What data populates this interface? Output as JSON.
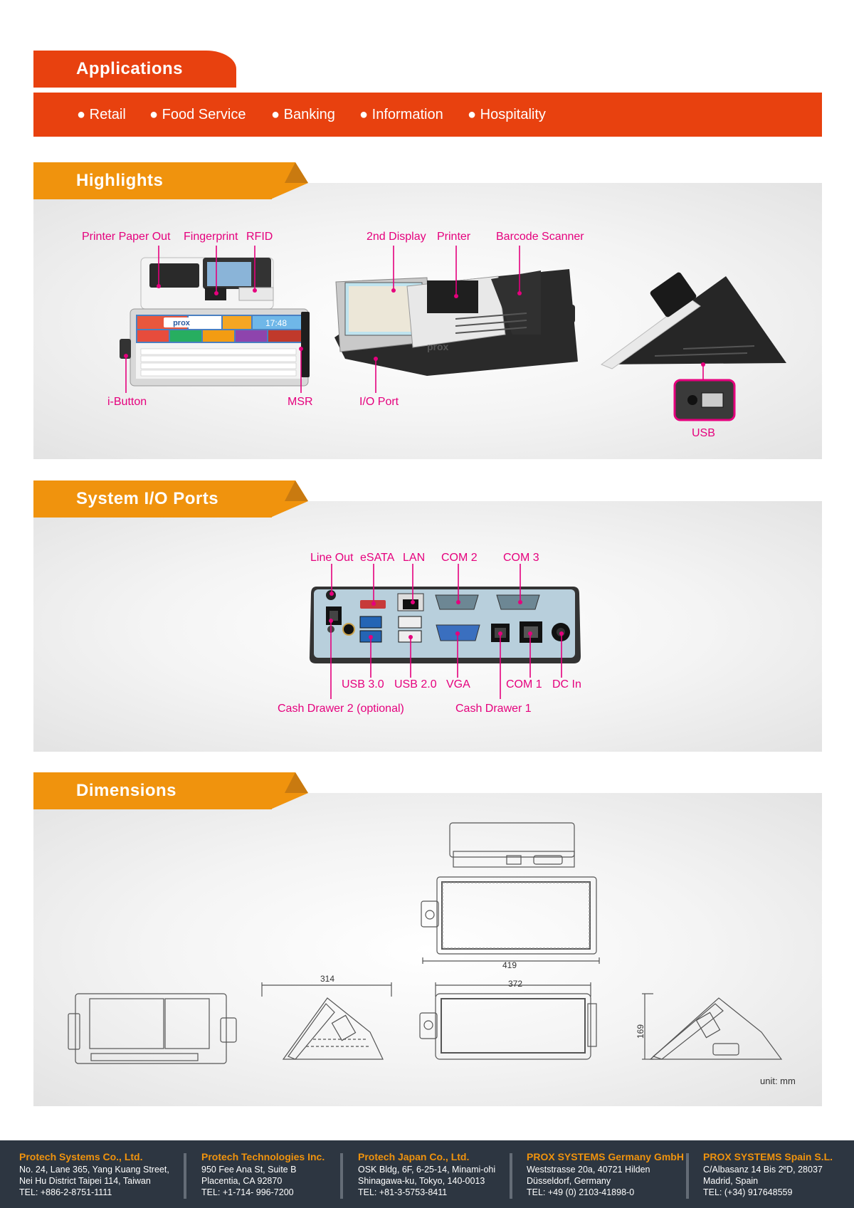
{
  "applications": {
    "title": "Applications",
    "items": [
      "● Retail",
      "● Food Service",
      "● Banking",
      "● Information",
      "● Hospitality"
    ]
  },
  "highlights": {
    "title": "Highlights",
    "labels": {
      "printer_paper_out": "Printer Paper Out",
      "fingerprint": "Fingerprint",
      "rfid": "RFID",
      "second_display": "2nd Display",
      "printer": "Printer",
      "barcode_scanner": "Barcode Scanner",
      "i_button": "i-Button",
      "msr": "MSR",
      "io_port": "I/O Port",
      "usb": "USB"
    },
    "screen": {
      "brand": "prox",
      "time": "17:48"
    },
    "device_brand": "prox"
  },
  "io_ports": {
    "title": "System I/O Ports",
    "top_labels": {
      "line_out": "Line Out",
      "esata": "eSATA",
      "lan": "LAN",
      "com2": "COM 2",
      "com3": "COM 3"
    },
    "bottom_labels": {
      "usb30": "USB 3.0",
      "usb20": "USB 2.0",
      "vga": "VGA",
      "com1": "COM 1",
      "dc_in": "DC In",
      "cash_drawer_2": "Cash Drawer 2 (optional)",
      "cash_drawer_1": "Cash Drawer 1"
    }
  },
  "dimensions": {
    "title": "Dimensions",
    "width_front": "419",
    "depth_side": "314",
    "width_top": "372",
    "height_side": "169",
    "unit": "unit: mm"
  },
  "footer": {
    "offices": [
      {
        "name": "Protech Systems Co., Ltd.",
        "line1": "No. 24, Lane 365, Yang Kuang Street,",
        "line2": "Nei Hu District Taipei 114, Taiwan",
        "tel": "TEL: +886-2-8751-1111"
      },
      {
        "name": "Protech Technologies Inc.",
        "line1": "950 Fee Ana St, Suite B",
        "line2": "Placentia, CA 92870",
        "tel": "TEL: +1-714- 996-7200"
      },
      {
        "name": "Protech Japan Co., Ltd.",
        "line1": "OSK Bldg, 6F, 6-25-14, Minami-ohi",
        "line2": "Shinagawa-ku, Tokyo, 140-0013",
        "tel": "TEL: +81-3-5753-8411"
      },
      {
        "name": "PROX SYSTEMS Germany GmbH",
        "line1": "Weststrasse 20a, 40721 Hilden",
        "line2": "Düsseldorf, Germany",
        "tel": "TEL: +49 (0) 2103-41898-0"
      },
      {
        "name": "PROX SYSTEMS Spain S.L.",
        "line1": "C/Albasanz 14 Bis 2ºD, 28037",
        "line2": "Madrid, Spain",
        "tel": "TEL: (+34) 917648559"
      }
    ]
  },
  "colors": {
    "accent_red": "#e8410f",
    "accent_orange": "#f0930d",
    "callout_magenta": "#e5007d",
    "footer_bg": "#2d3641"
  }
}
